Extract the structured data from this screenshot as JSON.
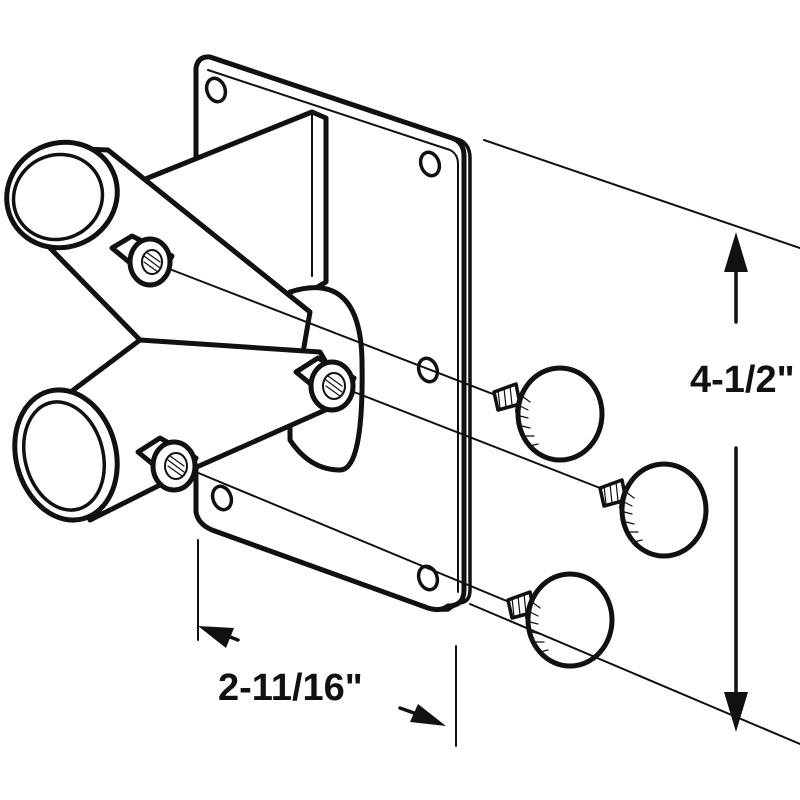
{
  "diagram": {
    "dimensions": {
      "height_label": "4-1/2\"",
      "width_label": "2-11/16\""
    },
    "parts": {
      "bracket": "mounting-bracket",
      "thumb_screws": 3,
      "tube_sockets": 2
    },
    "colors": {
      "ink": "#111111",
      "paper": "#ffffff"
    }
  }
}
